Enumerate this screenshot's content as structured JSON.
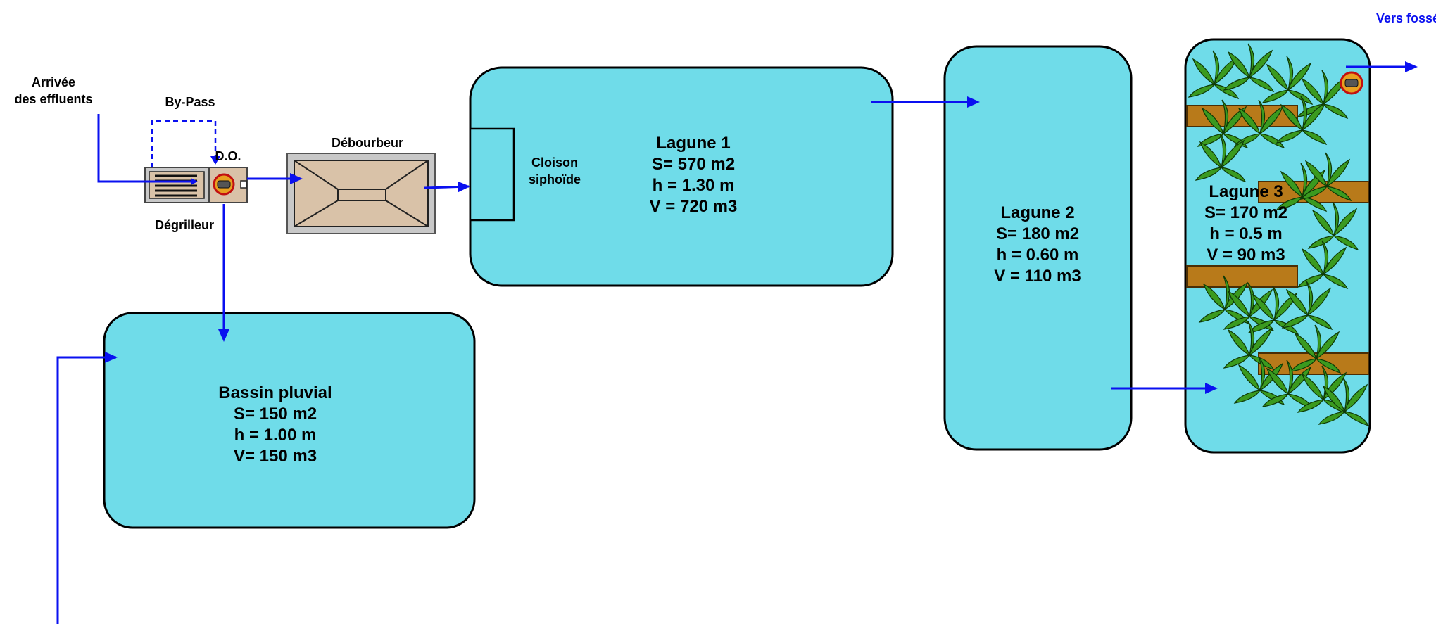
{
  "labels": {
    "arrivee_line1": "Arrivée",
    "arrivee_line2": "des effluents",
    "bypass": "By-Pass",
    "do": "D.O.",
    "degrilleur": "Dégrilleur",
    "debourbeur": "Débourbeur",
    "cloison_line1": "Cloison",
    "cloison_line2": "siphoïde",
    "vers_fosse": "Vers fossé"
  },
  "lagune1": {
    "name": "Lagune 1",
    "surface": "S= 570 m2",
    "depth": "h =  1.30  m",
    "volume": "V =  720 m3"
  },
  "lagune2": {
    "name": "Lagune 2",
    "surface": "S=  180 m2",
    "depth": "h =  0.60  m",
    "volume": "V = 110 m3"
  },
  "lagune3": {
    "name": "Lagune 3",
    "surface": "S=  170 m2",
    "depth": "h =  0.5  m",
    "volume": "V = 90 m3"
  },
  "bassin": {
    "name": "Bassin pluvial",
    "surface": "S= 150 m2",
    "depth": "h = 1.00 m",
    "volume": "V= 150 m3"
  },
  "colors": {
    "water": "#6fdce9",
    "flow": "#0a10f0",
    "baffle": "#b87a1a",
    "equipment": "#d9c2a8",
    "plant": "#3a9a1f"
  }
}
